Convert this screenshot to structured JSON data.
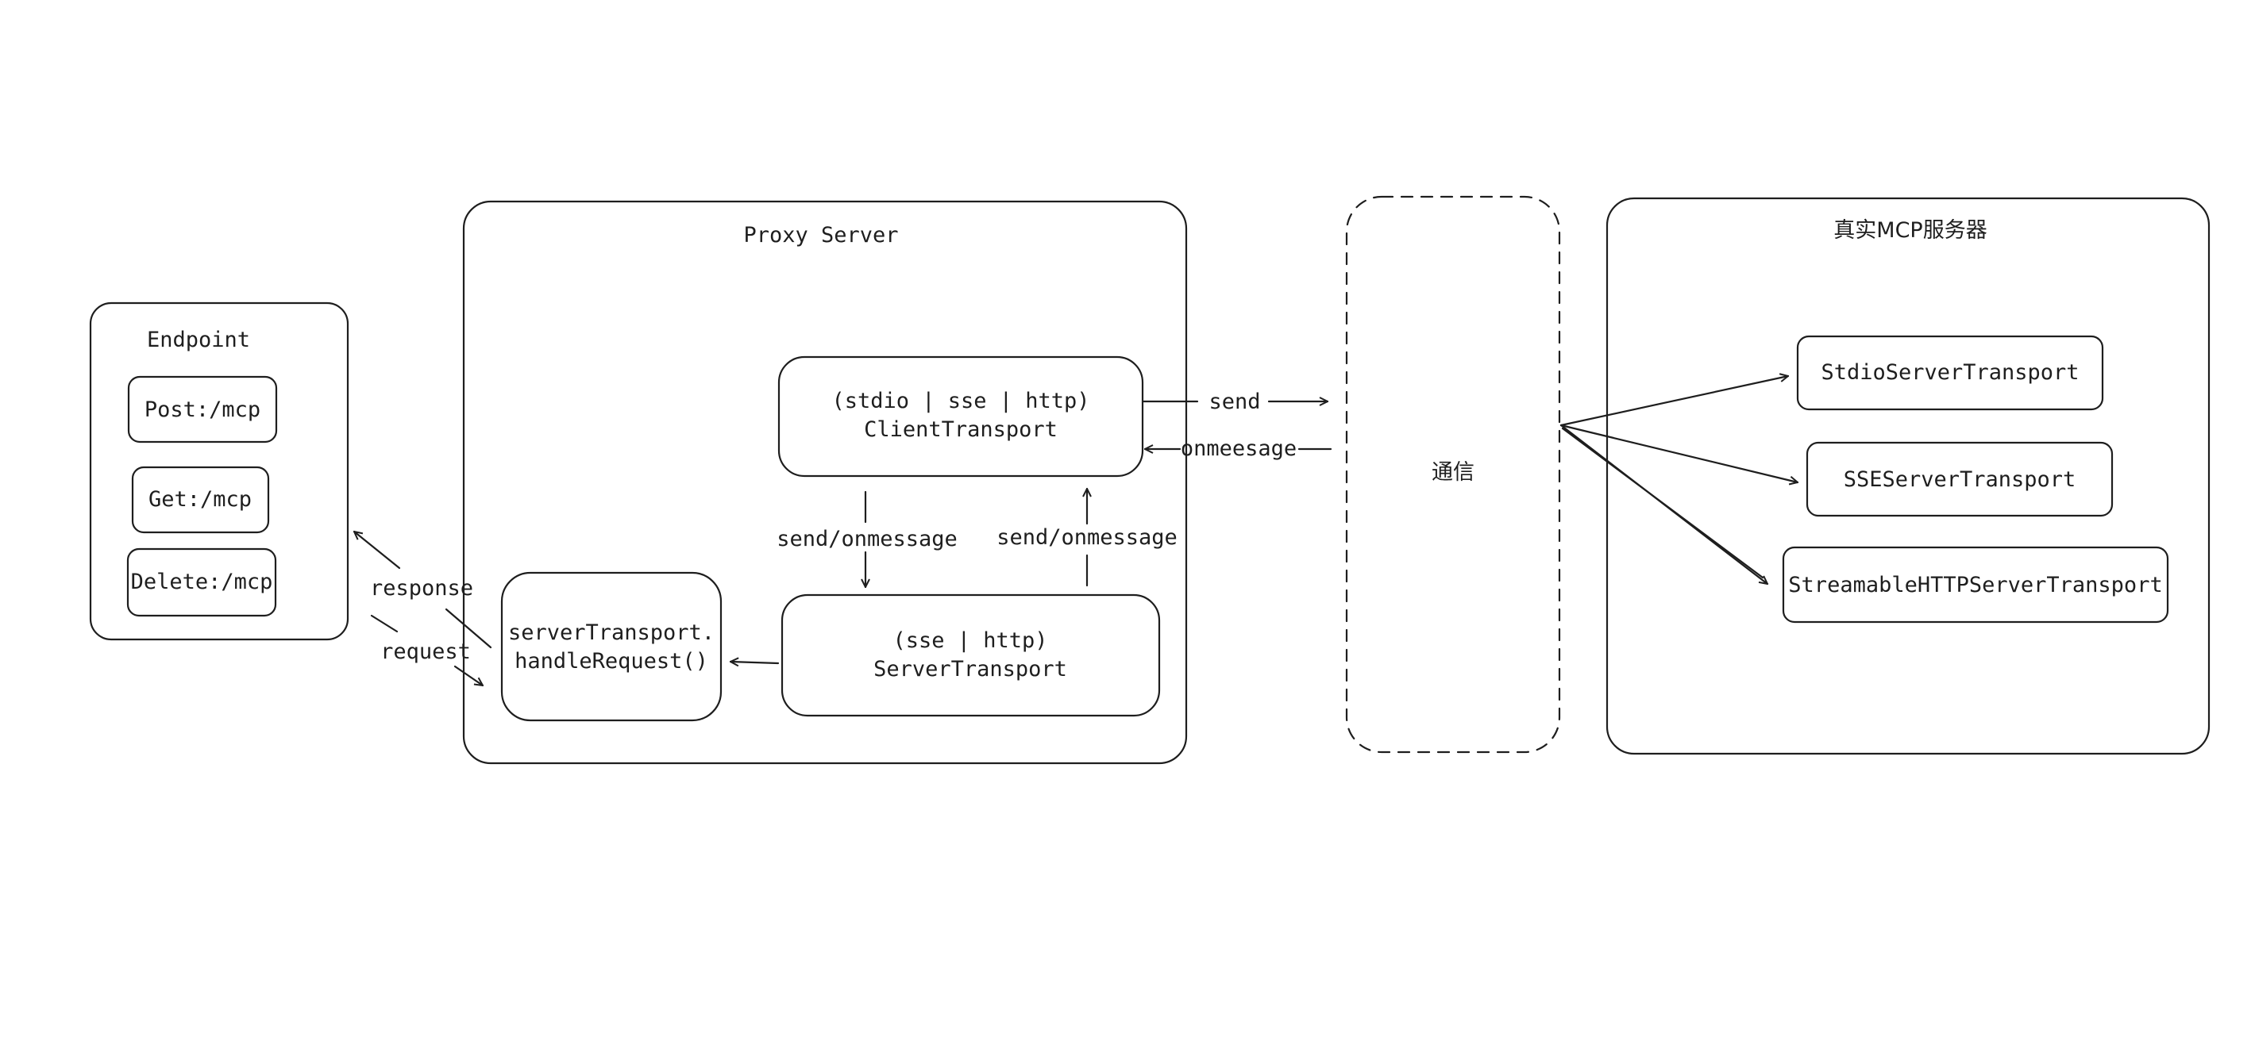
{
  "endpoint": {
    "title": "Endpoint",
    "routes": [
      "Post:/mcp",
      "Get:/mcp",
      "Delete:/mcp"
    ]
  },
  "proxy": {
    "title": "Proxy Server",
    "client_transport": {
      "line1": "(stdio | sse | http)",
      "line2": "ClientTransport"
    },
    "server_transport": {
      "line1": "(sse | http)",
      "line2": "ServerTransport"
    },
    "handle_request": {
      "line1": "serverTransport.",
      "line2": "handleRequest()"
    }
  },
  "comm": {
    "label": "通信"
  },
  "real_server": {
    "title": "真实MCP服务器",
    "transports": [
      "StdioServerTransport",
      "SSEServerTransport",
      "StreamableHTTPServerTransport"
    ]
  },
  "edge_labels": {
    "send": "send",
    "onmessage": "onmeesage",
    "send_onmessage_down": "send/onmessage",
    "send_onmessage_up": "send/onmessage",
    "response": "response",
    "request": "request"
  }
}
